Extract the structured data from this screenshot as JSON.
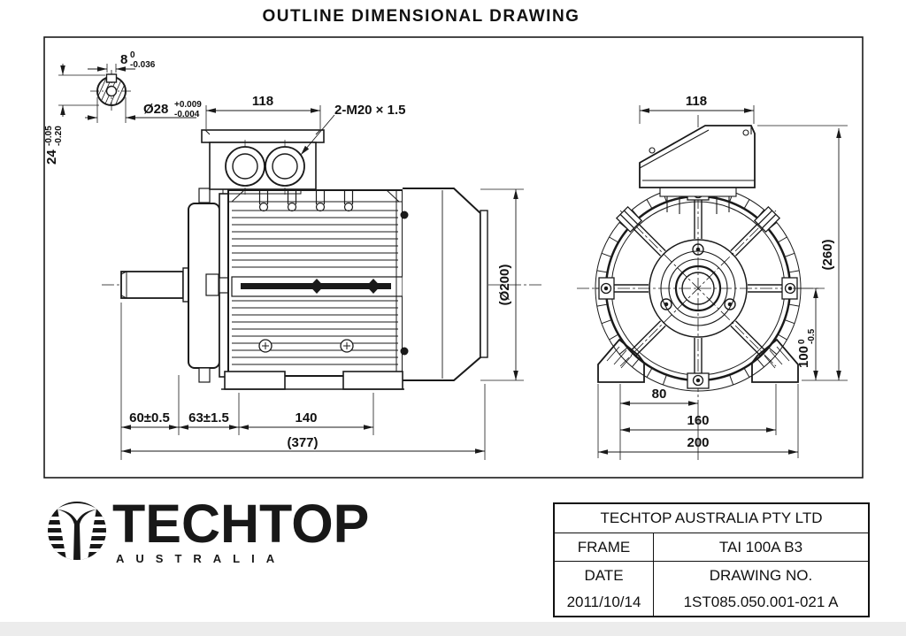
{
  "title": "OUTLINE DIMENSIONAL DRAWING",
  "colors": {
    "line": "#1a1a1a",
    "background": "#ffffff"
  },
  "shaft_detail": {
    "keyway_width": {
      "value": "8",
      "tol_upper": "0",
      "tol_lower": "-0.036"
    },
    "shaft_diameter": {
      "value": "Ø28",
      "tol_upper": "+0.009",
      "tol_lower": "-0.004"
    },
    "keyseat_height": {
      "value": "24",
      "tol_upper": "-0.05",
      "tol_lower": "-0.20"
    }
  },
  "side_view": {
    "terminal_box_width": "118",
    "cable_gland": "2-M20 × 1.5",
    "fan_cover_diameter": "(Ø200)",
    "shaft_length": "60±0.5",
    "shaft_to_foot_hole": "63±1.5",
    "foot_hole_spacing": "140",
    "total_length": "(377)"
  },
  "front_view": {
    "terminal_box_width": "118",
    "overall_height": "(260)",
    "shaft_height": {
      "value": "100",
      "tol_upper": "0",
      "tol_lower": "-0.5"
    },
    "foot_half_spacing": "80",
    "foot_hole_spacing": "160",
    "base_width": "200"
  },
  "logo": {
    "brand": "TECHTOP",
    "country": "AUSTRALIA"
  },
  "title_block": {
    "company": "TECHTOP AUSTRALIA PTY LTD",
    "frame_label": "FRAME",
    "frame_value": "TAI 100A B3",
    "date_label": "DATE",
    "date_value": "2011/10/14",
    "drawing_no_label": "DRAWING NO.",
    "drawing_no_value": "1ST085.050.001-021 A"
  }
}
